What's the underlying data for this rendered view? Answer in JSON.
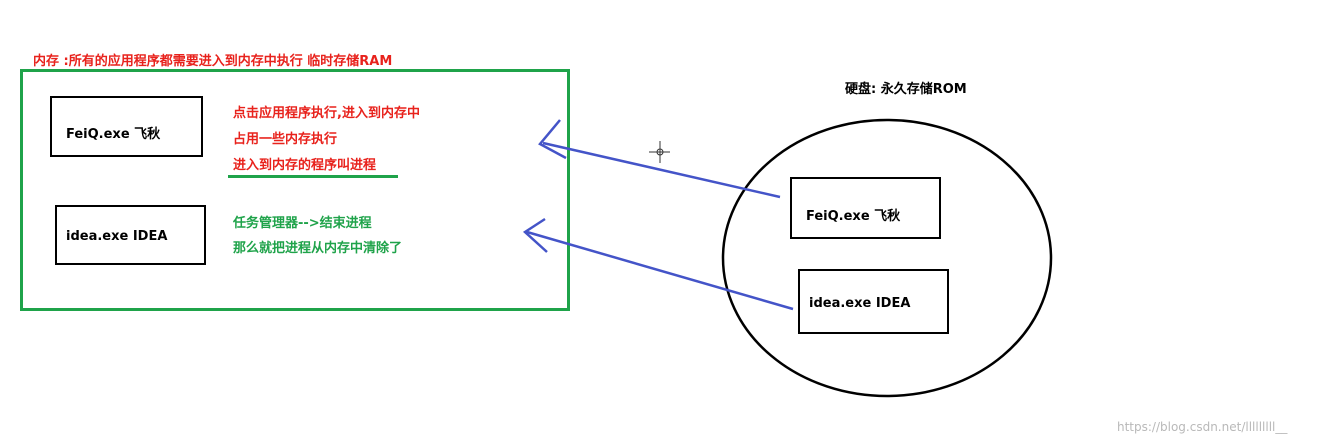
{
  "memory": {
    "title": "内存 :所有的应用程序都需要进入到内存中执行  临时存储RAM",
    "processes": [
      {
        "label": "FeiQ.exe 飞秋"
      },
      {
        "label": "idea.exe IDEA"
      }
    ],
    "notes_red": [
      "点击应用程序执行,进入到内存中",
      "占用一些内存执行",
      "进入到内存的程序叫进程"
    ],
    "notes_green": [
      "任务管理器-->结束进程",
      "那么就把进程从内存中清除了"
    ]
  },
  "disk": {
    "title": "硬盘: 永久存储ROM",
    "programs": [
      {
        "label": "FeiQ.exe 飞秋"
      },
      {
        "label": "idea.exe IDEA"
      }
    ]
  },
  "watermark": "https://blog.csdn.net/lllllllll__",
  "colors": {
    "memory_border": "#1fa34a",
    "red_text": "#e8221c",
    "green_text": "#1fa34a",
    "arrow": "#4454c8"
  },
  "icons": {
    "cursor": "crosshair-cursor-icon"
  }
}
